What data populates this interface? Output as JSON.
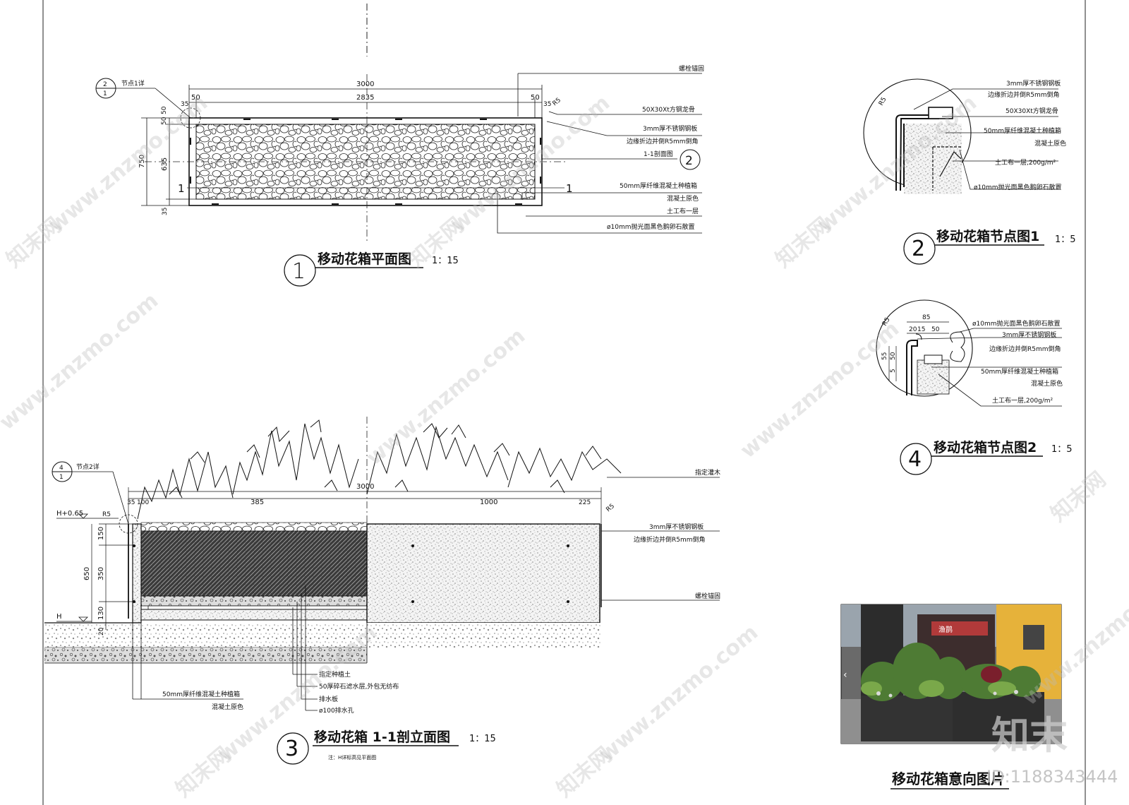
{
  "views": {
    "plan": {
      "number": "1",
      "title": "移动花箱平面图",
      "scale": "1：15",
      "dims": {
        "total": "3000",
        "inner": "2835",
        "left": "50",
        "right": "50",
        "left_edge": "35",
        "right_edge": "35",
        "radius": "R5",
        "v50a": "50",
        "v50b": "50",
        "v750": "750",
        "v635": "635",
        "v35": "35"
      },
      "detail_ref": {
        "num_top": "2",
        "num_bot": "1",
        "label": "节点1详"
      },
      "section_mark": "1",
      "section_ref": {
        "label": "1-1剖面图",
        "num": "2"
      },
      "callouts": [
        "螺栓锚固",
        "50X30Xt方钢龙骨",
        "3mm厚不锈钢钢板",
        "边缘折边并倒R5mm倒角",
        "50mm厚纤维混凝土种植箱",
        "混凝土原色",
        "土工布一层",
        "ø10mm抛光面黑色鹅卵石散置"
      ]
    },
    "detail1": {
      "number": "2",
      "title": "移动花箱节点图1",
      "scale": "1：5",
      "radius": "R5",
      "callouts": [
        "3mm厚不锈钢钢板",
        "边缘折边并倒R5mm倒角",
        "50X30Xt方钢龙骨",
        "50mm厚纤维混凝土种植箱",
        "混凝土原色",
        "土工布一层,200g/m²",
        "ø10mm抛光面黑色鹅卵石散置"
      ]
    },
    "detail2": {
      "number": "4",
      "title": "移动花箱节点图2",
      "scale": "1：5",
      "radius": "R5",
      "dims": {
        "d85": "85",
        "d20": "20",
        "d15": "15",
        "d50": "50",
        "d55": "55",
        "d50v": "50",
        "d5": "5"
      },
      "callouts": [
        "ø10mm抛光面黑色鹅卵石散置",
        "3mm厚不锈钢钢板",
        "边缘折边并倒R5mm倒角",
        "50mm厚纤维混凝土种植箱",
        "混凝土原色",
        "土工布一层,200g/m²"
      ]
    },
    "section": {
      "number": "3",
      "title": "移动花箱  1-1剖立面图",
      "scale": "1：15",
      "note": "注：H详标高见平面图",
      "detail_ref": {
        "num_top": "4",
        "num_bot": "1",
        "label": "节点2详"
      },
      "levels": {
        "top": "H+0.65",
        "base": "H"
      },
      "dims": {
        "d35": "35",
        "d100": "100",
        "d385": "385",
        "d3000": "3000",
        "d1000": "1000",
        "d225": "225",
        "r5a": "R5",
        "r5b": "R5",
        "v150": "150",
        "v650": "650",
        "v350": "350",
        "v130": "130",
        "v20": "20"
      },
      "callouts_right": [
        "指定灌木",
        "3mm厚不锈钢钢板",
        "边缘折边并倒R5mm倒角",
        "螺栓锚固"
      ],
      "callouts_bottom": [
        "指定种植土",
        "50厚碎石滤水层,外包无纺布",
        "排水板",
        "ø100排水孔"
      ],
      "callouts_left": [
        "50mm厚纤维混凝土种植箱",
        "混凝土原色"
      ]
    },
    "photo": {
      "title": "移动花箱意向图片",
      "shop_sign": "渔鹊"
    }
  },
  "watermark": {
    "site": "www.znzmo.com",
    "brand": "知末网",
    "logo": "知末",
    "id": "ID:1188343444"
  }
}
